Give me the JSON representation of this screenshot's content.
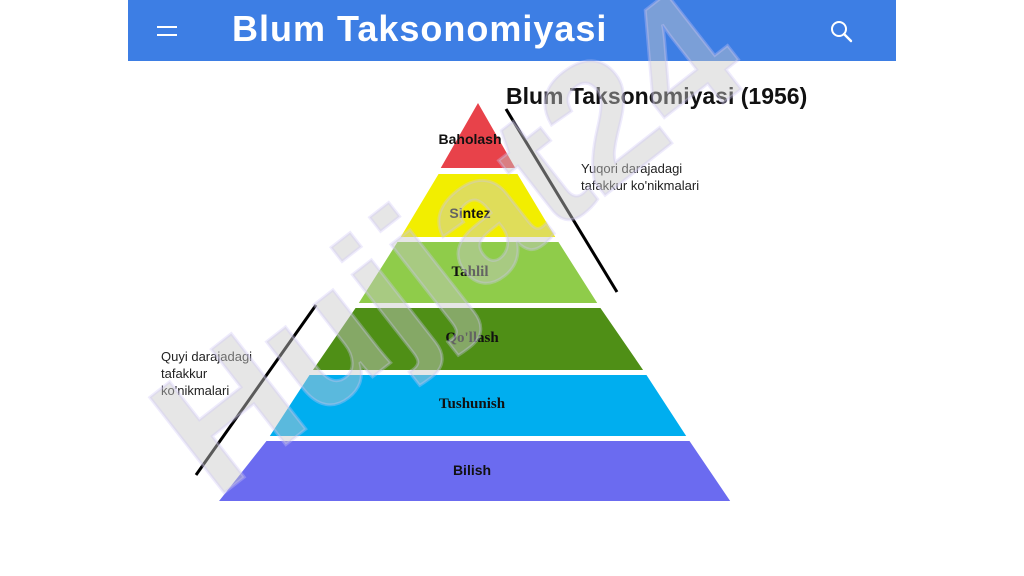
{
  "header": {
    "title": "Blum Taksonomiyasi",
    "bg_color": "#3d7ee4",
    "menu_icon": "hamburger-menu-icon",
    "search_icon": "search-icon"
  },
  "figure": {
    "title": "Blum Taksonomiyasi (1956)",
    "levels": [
      {
        "label": "Baholash",
        "color": "#e8424a"
      },
      {
        "label": "Sintez",
        "color": "#f2ee00"
      },
      {
        "label": "Tahlil",
        "color": "#8fcc4a"
      },
      {
        "label": "Qo'llash",
        "color": "#4f8f16"
      },
      {
        "label": "Tushunish",
        "color": "#00aeef"
      },
      {
        "label": "Bilish",
        "color": "#6b6bf0"
      }
    ],
    "upper_note": [
      "Yuqori darajadagi",
      "tafakkur ko'nikmalari"
    ],
    "lower_note": [
      "Quyi darajadagi",
      "tafakkur",
      "ko'nikmalari"
    ]
  },
  "watermark": {
    "text": "Hujjat24",
    "colors": [
      "#cfc7f5",
      "#c8c8c8"
    ]
  }
}
